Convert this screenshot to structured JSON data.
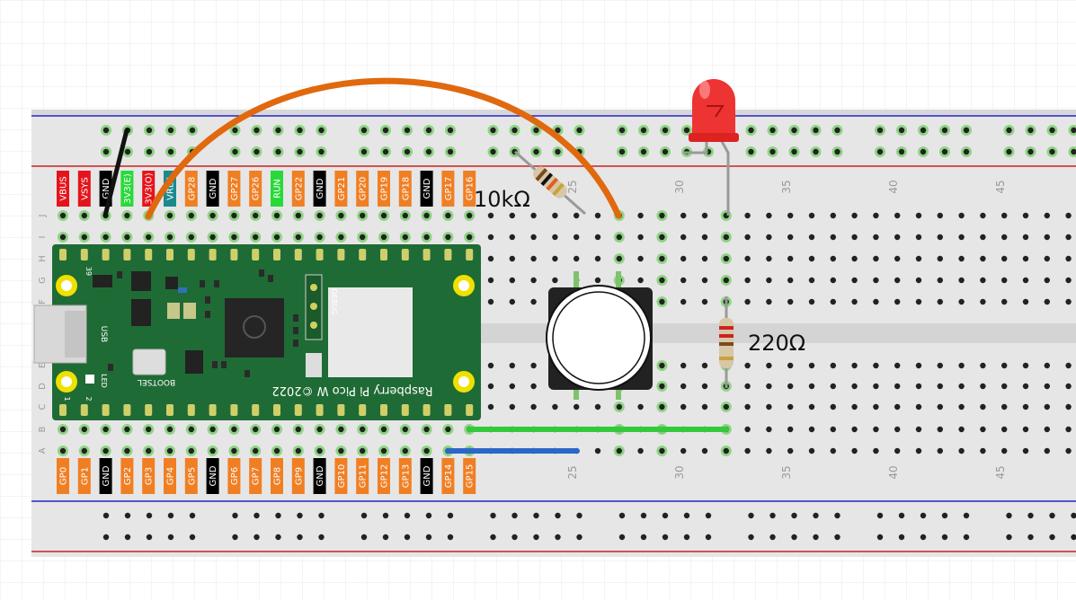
{
  "colors": {
    "board": "#e6e6e6",
    "rail_blue": "#2222cc",
    "rail_red": "#cc2222",
    "pico": "#1f6b35",
    "pin_orange": "#f07f24",
    "pin_black": "#000000",
    "pin_red": "#e5141b",
    "pin_green": "#28d93a",
    "pin_teal": "#1b8a8f",
    "wire_orange": "#e0690e",
    "wire_black": "#111111",
    "wire_green": "#33c93b",
    "wire_blue": "#2a67c8",
    "led": "#ee3333"
  },
  "pico": {
    "top_pins": [
      "VBUS",
      "VSYS",
      "GND",
      "3V3(E)",
      "3V3(O)",
      "VREF",
      "GP28",
      "GND",
      "GP27",
      "GP26",
      "RUN",
      "GP22",
      "GND",
      "GP21",
      "GP20",
      "GP19",
      "GP18",
      "GND",
      "GP17",
      "GP16"
    ],
    "top_pin_colors": [
      "red",
      "red",
      "black",
      "green",
      "red",
      "teal",
      "orange",
      "black",
      "orange",
      "orange",
      "green",
      "orange",
      "black",
      "orange",
      "orange",
      "orange",
      "orange",
      "black",
      "orange",
      "orange"
    ],
    "bottom_pins": [
      "GP0",
      "GP1",
      "GND",
      "GP2",
      "GP3",
      "GP4",
      "GP5",
      "GND",
      "GP6",
      "GP7",
      "GP8",
      "GP9",
      "GND",
      "GP10",
      "GP11",
      "GP12",
      "GP13",
      "GND",
      "GP14",
      "GP15"
    ],
    "bottom_pin_colors": [
      "orange",
      "orange",
      "black",
      "orange",
      "orange",
      "orange",
      "orange",
      "black",
      "orange",
      "orange",
      "orange",
      "orange",
      "black",
      "orange",
      "orange",
      "orange",
      "orange",
      "black",
      "orange",
      "orange"
    ],
    "label": "Raspberry Pi Pico W ©2022",
    "bootsel": "BOOTSEL",
    "usb": "USB",
    "led": "LED",
    "debug": "DEBUG",
    "pin39": "39",
    "pin1": "1",
    "pin2": "2"
  },
  "breadboard": {
    "row_letters_top": [
      "J",
      "I",
      "H",
      "G",
      "F"
    ],
    "row_letters_bottom": [
      "E",
      "D",
      "C",
      "B",
      "A"
    ],
    "column_numbers": [
      "25",
      "30",
      "35",
      "40",
      "45"
    ]
  },
  "components": {
    "resistor1_label": "10kΩ",
    "resistor2_label": "220Ω"
  }
}
